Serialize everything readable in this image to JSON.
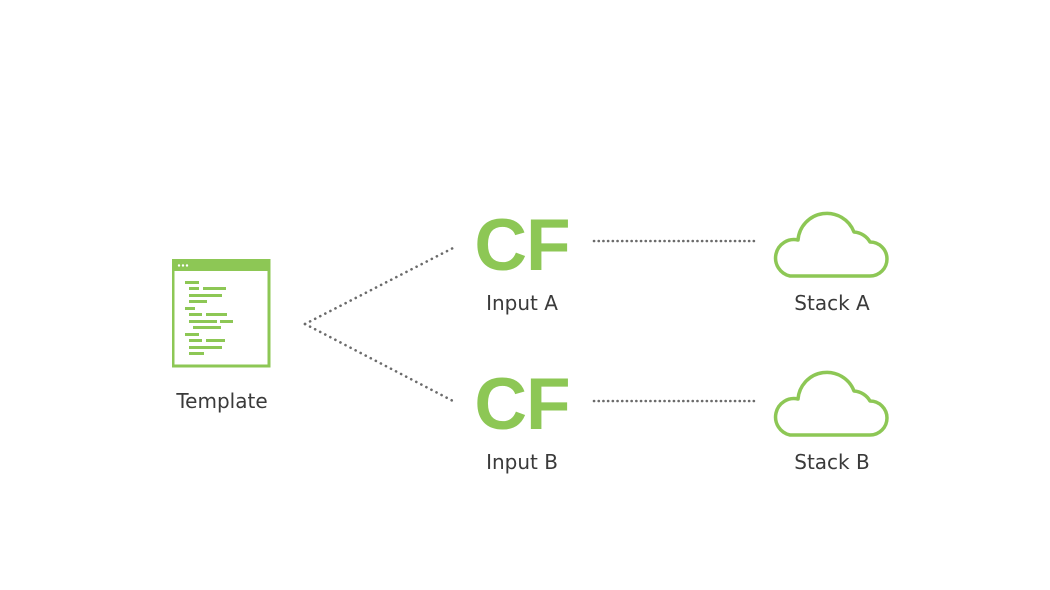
{
  "colors": {
    "accent": "#8dc755",
    "connector": "#6b6b6b",
    "label": "#3a3a3a",
    "background": "#ffffff"
  },
  "template": {
    "label": "Template",
    "icon": "code-document-icon"
  },
  "inputs": [
    {
      "badge": "CF",
      "label": "Input A"
    },
    {
      "badge": "CF",
      "label": "Input B"
    }
  ],
  "stacks": [
    {
      "label": "Stack A",
      "icon": "cloud-icon"
    },
    {
      "label": "Stack B",
      "icon": "cloud-icon"
    }
  ]
}
